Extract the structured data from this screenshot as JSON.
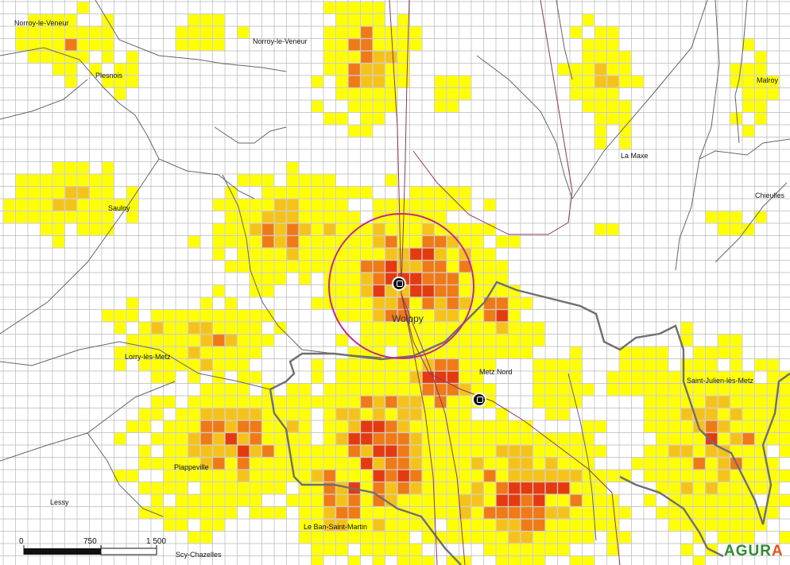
{
  "colors": {
    "grid": "#b8b8b8",
    "cell_low": "#ffff00",
    "cell_mid": "#f5c21a",
    "cell_high": "#ef7a17",
    "cell_top": "#e53a10",
    "commune_border": "#666666",
    "metz_border": "#6f6f6f",
    "rail": "#8a3a55",
    "buffer_circle": "#c02a8a"
  },
  "places": [
    {
      "name": "Norroy-le-Veneur"
    },
    {
      "name": "Norroy-le-Veneur"
    },
    {
      "name": "Plesnois"
    },
    {
      "name": "Malroy"
    },
    {
      "name": "La Maxe"
    },
    {
      "name": "Saulny"
    },
    {
      "name": "Chieulles"
    },
    {
      "name": "Woippy"
    },
    {
      "name": "Lorry-lès-Metz"
    },
    {
      "name": "Metz Nord"
    },
    {
      "name": "Saint-Julien-lès-Metz"
    },
    {
      "name": "Plappeville"
    },
    {
      "name": "Lessy"
    },
    {
      "name": "Le Ban-Saint-Martin"
    },
    {
      "name": "Scy-Chazelles"
    }
  ],
  "scale": {
    "labels": [
      "0",
      "750",
      "1 500"
    ]
  },
  "logo": {
    "prefix": "AGUR",
    "suffix": "A"
  },
  "stations": [
    {
      "name": "station-woippy",
      "icon": "train-station-icon"
    },
    {
      "name": "station-metz-nord",
      "icon": "train-station-icon"
    }
  ]
}
